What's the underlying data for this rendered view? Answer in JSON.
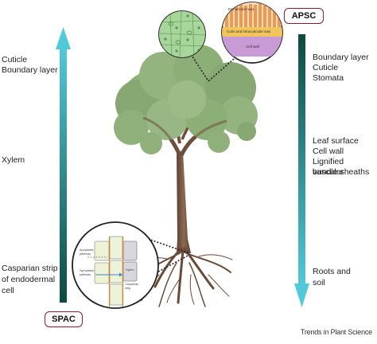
{
  "badges": {
    "spac": "SPAC",
    "apsc": "APSC"
  },
  "left_labels": {
    "cuticle": "Cuticle",
    "boundary_layer": "Boundary layer",
    "xylem": "Xylem",
    "casparian_1": "Casparian strip",
    "casparian_2": "of endodermal",
    "casparian_3": "cell"
  },
  "right_labels": {
    "boundary_layer": "Boundary layer",
    "cuticle": "Cuticle",
    "stomata": "Stomata",
    "leaf_surface": "Leaf surface",
    "cell_wall": "Cell wall",
    "lignified_1": "Lignified vascular",
    "lignified_2": "bundle sheaths",
    "roots_1": "Roots and",
    "roots_2": "soil"
  },
  "leaf_inset": {
    "epicuticular": "Epicuticular wax",
    "cutin": "Cutin and intracuticular wax",
    "cell_wall": "Cell wall"
  },
  "root_inset": {
    "apoplastic": "Apoplastic pathway",
    "symplastic": "Symplastic pathway",
    "casparian": "Casparian strip",
    "xylem": "Xylem"
  },
  "credit": "Trends in Plant Science",
  "colors": {
    "arrow_light": "#4fc6d6",
    "arrow_dark": "#0d4a40",
    "badge_border": "#8b1f2b",
    "foliage": "#8fb07a",
    "trunk": "#7a5a44"
  }
}
